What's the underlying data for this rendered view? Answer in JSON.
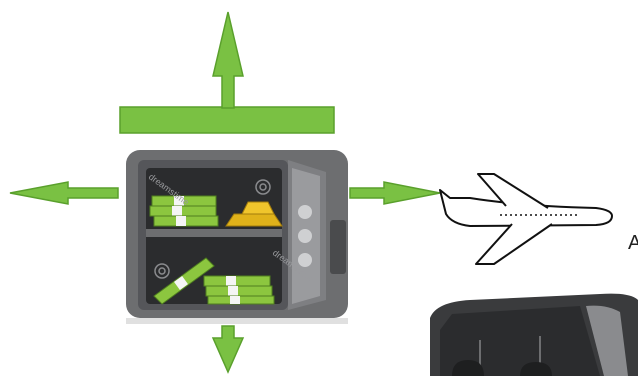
{
  "diagram": {
    "nodes": [
      {
        "id": "safe",
        "icon": "safe-icon",
        "contents": [
          "cash-bundle-icon",
          "gold-bars-icon"
        ]
      },
      {
        "id": "airplane",
        "icon": "airplane-icon"
      },
      {
        "id": "bus",
        "icon": "bus-icon"
      }
    ],
    "arrows": [
      {
        "id": "up",
        "direction": "up"
      },
      {
        "id": "left",
        "direction": "left"
      },
      {
        "id": "right",
        "direction": "right",
        "target": "airplane"
      },
      {
        "id": "down",
        "direction": "down"
      }
    ],
    "partial_label": "A",
    "watermark": "dreamstime",
    "colors": {
      "arrow_fill": "#7ac143",
      "arrow_stroke": "#5aa02c",
      "safe_body": "#6d6e70",
      "safe_inner": "#2b2c2e",
      "cash": "#8cc63f",
      "gold": "#e0b21a",
      "bus_body": "#3a3b3d"
    }
  }
}
